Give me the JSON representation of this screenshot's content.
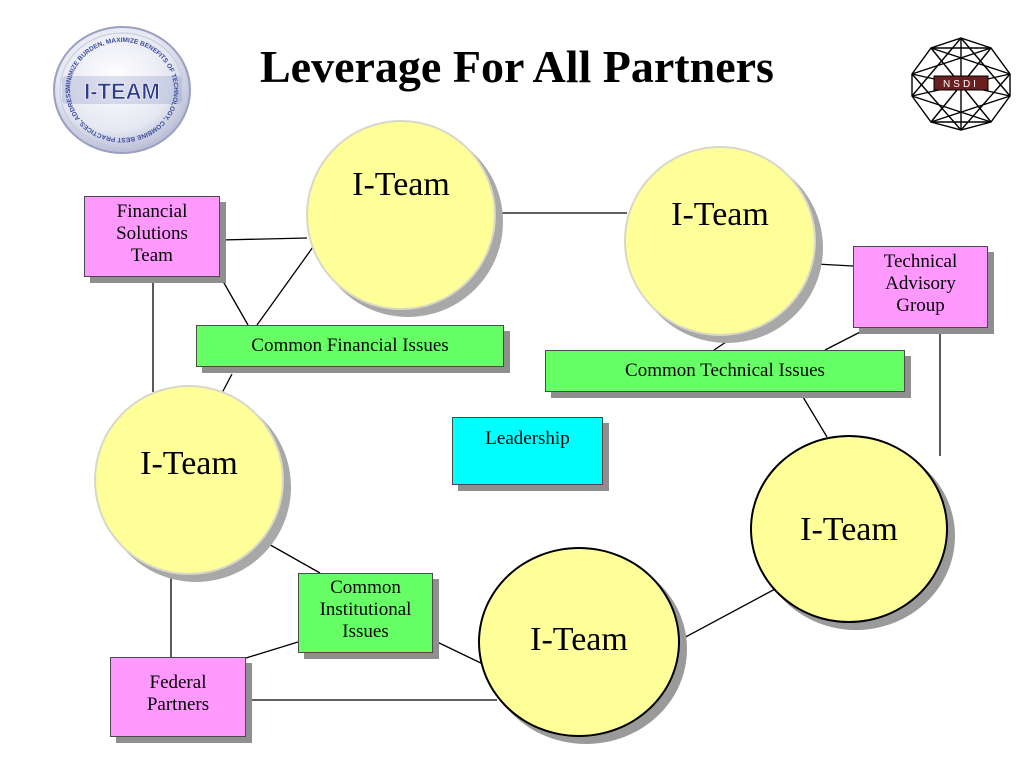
{
  "title": "Leverage For All Partners",
  "logos": {
    "left": {
      "name": "I-TEAM",
      "ring_text": "MINIMIZE BURDEN, MAXIMIZE BENEFITS OF TECHNOLOGY, COMBINE BEST PRACTICES, ADDRESS COMMON CHALLENGES, IMPROVE DATA QUALITY"
    },
    "right": {
      "name": "NSDI"
    }
  },
  "nodes": {
    "iteam_top": "I-Team",
    "iteam_topright": "I-Team",
    "iteam_left": "I-Team",
    "iteam_bottom": "I-Team",
    "iteam_right": "I-Team",
    "financial_team": [
      "Financial",
      "Solutions",
      "Team"
    ],
    "technical_group": [
      "Technical",
      "Advisory",
      "Group"
    ],
    "common_financial": "Common Financial Issues",
    "common_technical": "Common Technical Issues",
    "leadership": "Leadership",
    "common_institutional": [
      "Common",
      "Institutional",
      "Issues"
    ],
    "federal_partners": [
      "Federal",
      "Partners"
    ]
  },
  "colors": {
    "circle_fill": "#ffff99",
    "team_box": "#ff99ff",
    "issue_box": "#66ff66",
    "leadership_box": "#00ffff",
    "logo_blue": "#2d3d8a"
  }
}
